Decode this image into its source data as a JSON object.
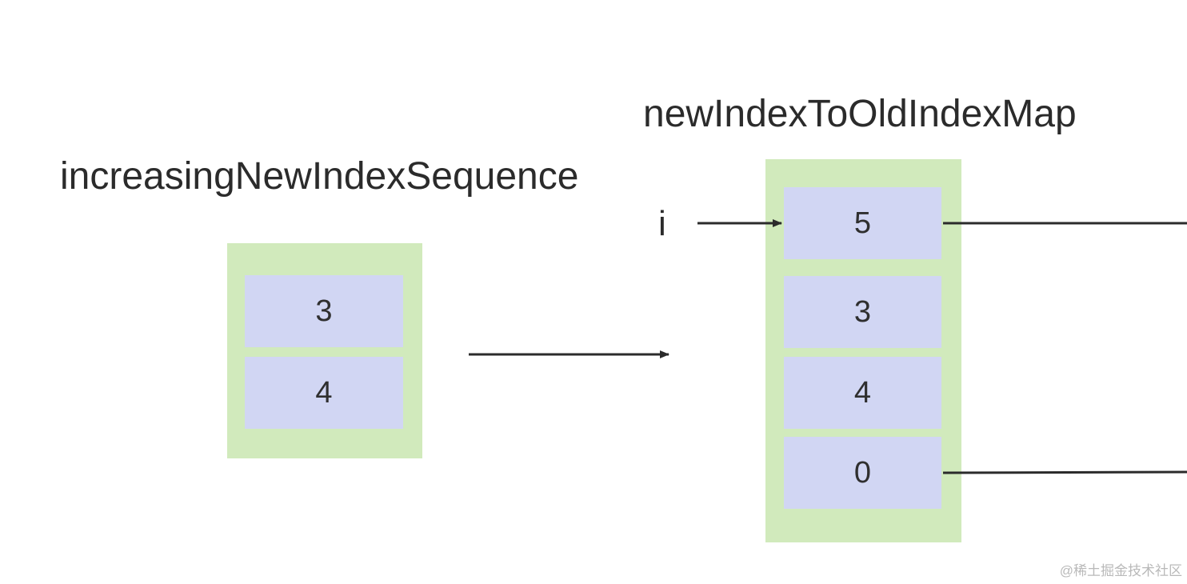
{
  "left": {
    "title": "increasingNewIndexSequence",
    "cells": [
      "3",
      "4"
    ]
  },
  "right": {
    "title": "newIndexToOldIndexMap",
    "pointer_label": "i",
    "cells": [
      "5",
      "3",
      "4",
      "0"
    ]
  },
  "watermark": "@稀土掘金技术社区",
  "colors": {
    "container": "#d1eabc",
    "cell": "#d1d6f3",
    "text": "#2b2b2b",
    "arrow": "#2b2b2b"
  }
}
